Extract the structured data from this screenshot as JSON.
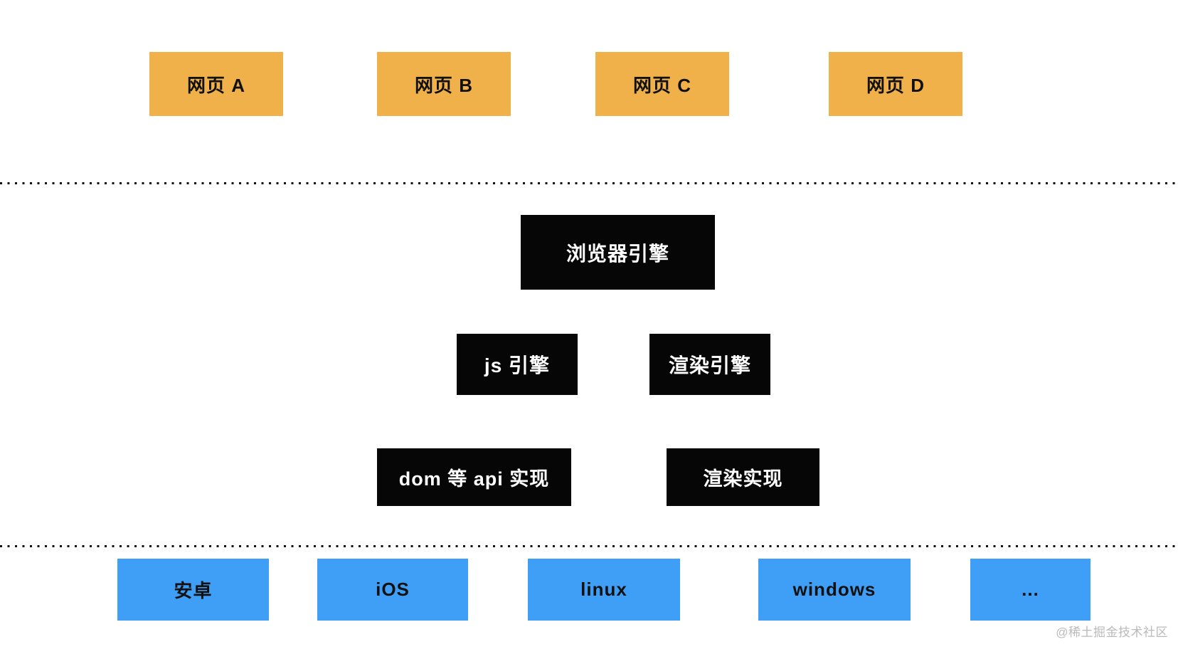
{
  "diagram": {
    "layers": {
      "pages": {
        "items": [
          {
            "label": "网页 A"
          },
          {
            "label": "网页 B"
          },
          {
            "label": "网页 C"
          },
          {
            "label": "网页 D"
          }
        ]
      },
      "browser_engine": {
        "label": "浏览器引擎"
      },
      "engines": {
        "items": [
          {
            "label": "js 引擎"
          },
          {
            "label": "渲染引擎"
          }
        ]
      },
      "implementations": {
        "items": [
          {
            "label": "dom 等 api 实现"
          },
          {
            "label": "渲染实现"
          }
        ]
      },
      "platforms": {
        "items": [
          {
            "label": "安卓"
          },
          {
            "label": "iOS"
          },
          {
            "label": "linux"
          },
          {
            "label": "windows"
          },
          {
            "label": "..."
          }
        ]
      }
    },
    "watermark": {
      "text": "@稀土掘金技术社区"
    },
    "colors": {
      "page_box": "#F0B04A",
      "engine_box": "#060606",
      "platform_box": "#3F9EF5",
      "box_text_dark": "#111111",
      "box_text_light": "#FFFFFF",
      "watermark_text": "#BABABA",
      "separator_dots": "#111111"
    }
  }
}
